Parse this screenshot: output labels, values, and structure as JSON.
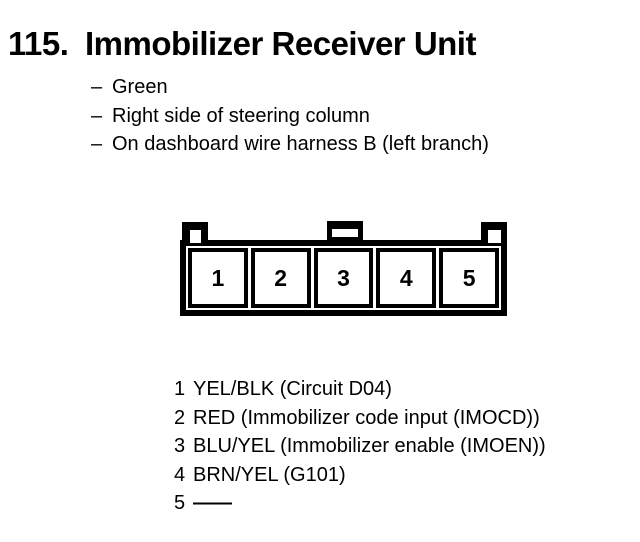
{
  "header": {
    "number": "115.",
    "title": "Immobilizer Receiver Unit"
  },
  "details": {
    "dash": "–",
    "items": [
      "Green",
      "Right side of steering column",
      "On dashboard wire harness B (left branch)"
    ]
  },
  "connector": {
    "pins": [
      "1",
      "2",
      "3",
      "4",
      "5"
    ]
  },
  "pinout": {
    "rows": [
      {
        "pin": "1",
        "desc": "YEL/BLK (Circuit D04)"
      },
      {
        "pin": "2",
        "desc": "RED (Immobilizer code input (IMOCD))"
      },
      {
        "pin": "3",
        "desc": "BLU/YEL (Immobilizer enable (IMOEN))"
      },
      {
        "pin": "4",
        "desc": "BRN/YEL (G101)"
      },
      {
        "pin": "5",
        "desc": "——"
      }
    ]
  },
  "colors": {
    "ink": "#000000",
    "paper": "#ffffff"
  }
}
